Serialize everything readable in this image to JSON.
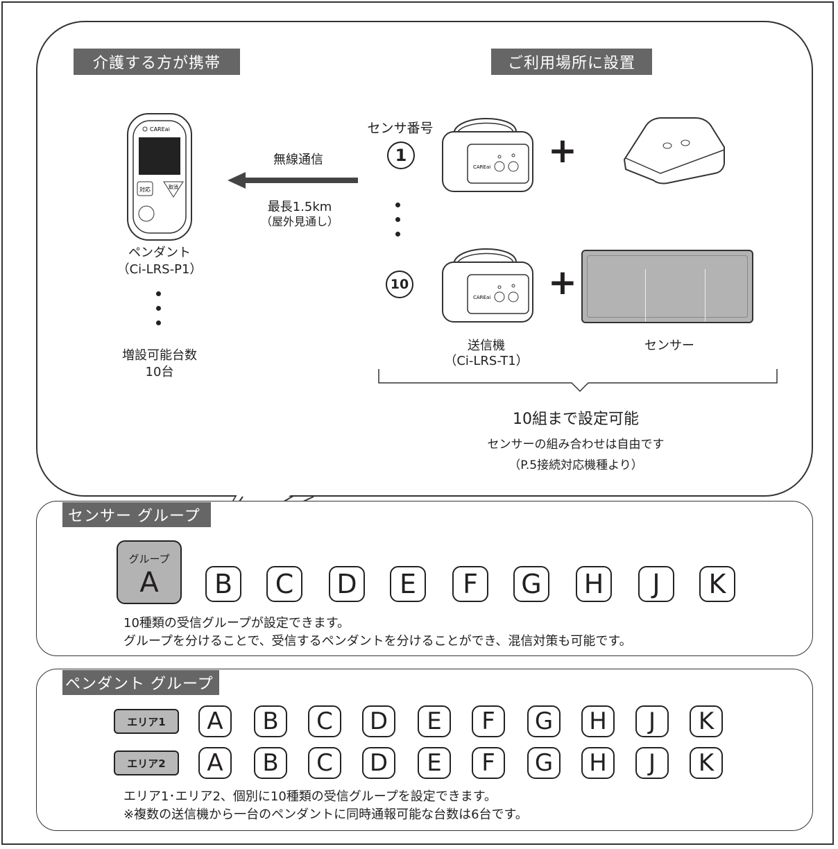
{
  "top": {
    "left_header": "介護する方が携帯",
    "right_header": "ご利用場所に設置",
    "sensor_number_label": "センサ番号",
    "num_first": "1",
    "num_last": "10",
    "wireless_label": "無線通信",
    "range_label": "最長1.5km",
    "range_note": "（屋外見通し）",
    "pendant_name": "ペンダント",
    "pendant_model": "（Ci-LRS-P1）",
    "pendant_expand_line1": "増設可能台数",
    "pendant_expand_line2": "10台",
    "transmitter_name": "送信機",
    "transmitter_model": "（Ci-LRS-T1）",
    "sensor_name": "センサー",
    "plus": "+",
    "brand": "CAREai",
    "pendant_btn_response": "対応",
    "pendant_btn_cancel": "取消",
    "set_title": "10組まで設定可能",
    "set_line2": "センサーの組み合わせは自由です",
    "set_line3": "（P.5接続対応機種より）"
  },
  "sensor_group": {
    "header": "センサー グループ",
    "group_small_label": "グループ",
    "selected_letter": "A",
    "letters": [
      "B",
      "C",
      "D",
      "E",
      "F",
      "G",
      "H",
      "J",
      "K"
    ],
    "desc_line1": "10種類の受信グループが設定できます。",
    "desc_line2": "グループを分けることで、受信するペンダントを分けることができ、混信対策も可能です。"
  },
  "pendant_group": {
    "header": "ペンダント グループ",
    "area1_label": "エリア1",
    "area2_label": "エリア2",
    "letters": [
      "A",
      "B",
      "C",
      "D",
      "E",
      "F",
      "G",
      "H",
      "J",
      "K"
    ],
    "desc_line1": "エリア1･エリア2、個別に10種類の受信グループを設定できます。",
    "desc_line2": "※複数の送信機から一台のペンダントに同時通報可能な台数は6台です。"
  },
  "colors": {
    "header_bg": "#666666",
    "group_fill": "#b3b3b3",
    "sensor_mat": "#b3b3b3",
    "line": "#333333"
  }
}
